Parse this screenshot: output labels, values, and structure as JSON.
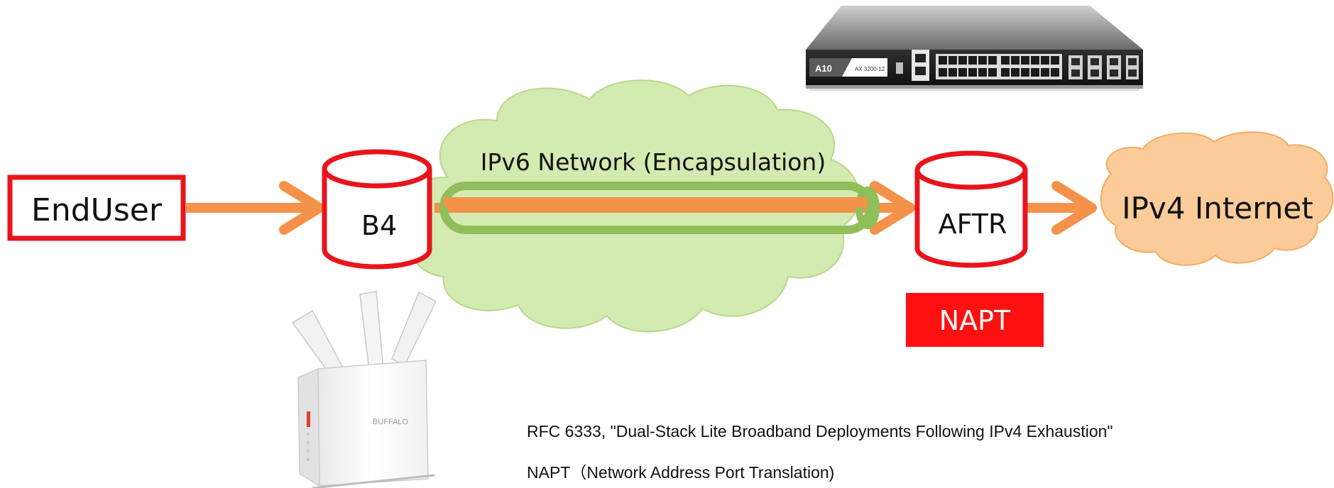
{
  "nodes": {
    "enduser": "EndUser",
    "b4": "B4",
    "aftr": "AFTR",
    "internet": "IPv4 Internet",
    "napt_badge": "NAPT"
  },
  "network": {
    "label": "IPv6 Network (Encapsulation)"
  },
  "device": {
    "switch_brand": "A10",
    "switch_model": "AX 3200-12",
    "router_brand": "BUFFALO"
  },
  "notes": {
    "rfc": "RFC 6333, \"Dual-Stack Lite Broadband Deployments Following IPv4 Exhaustion\"",
    "napt": "NAPT（Network Address Port Translation)"
  },
  "colors": {
    "red": "#e8141c",
    "orange": "#f4924a",
    "green_cloud": "#d3eab0",
    "green_tunnel": "#8fbe5a",
    "orange_cloud": "#fbcc9a",
    "napt_bg": "#ff1010"
  }
}
